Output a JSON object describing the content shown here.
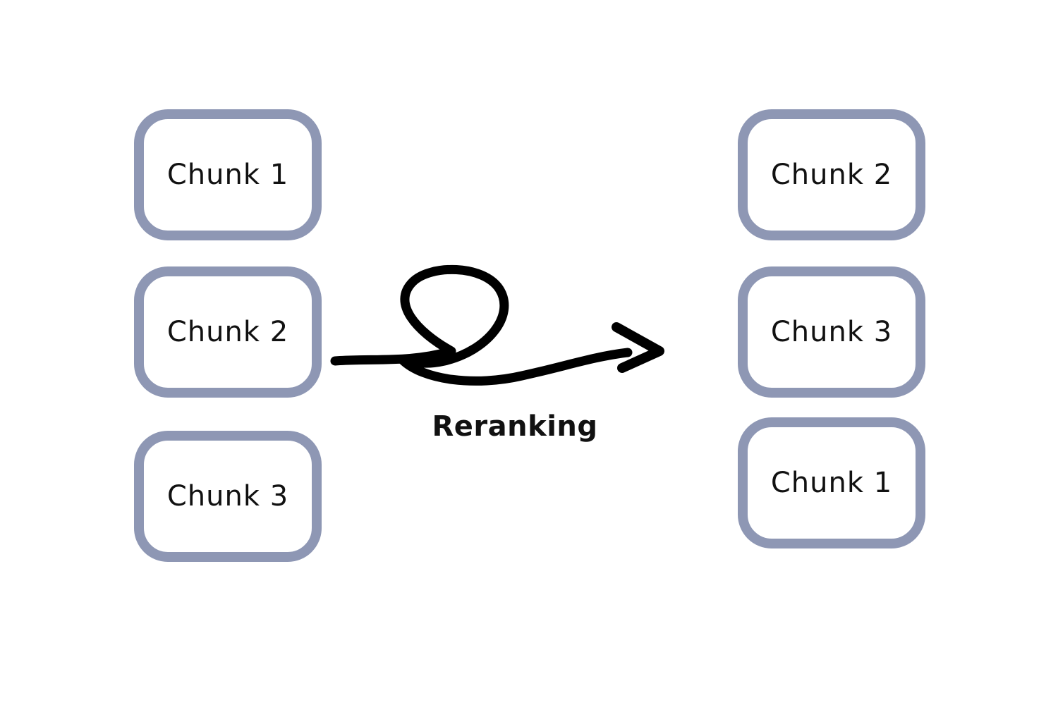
{
  "colors": {
    "chunk_border": "#8e97b4",
    "text": "#111111",
    "arrow": "#000000",
    "background": "#ffffff"
  },
  "left_column": {
    "items": [
      {
        "label": "Chunk 1"
      },
      {
        "label": "Chunk 2"
      },
      {
        "label": "Chunk 3"
      }
    ]
  },
  "right_column": {
    "items": [
      {
        "label": "Chunk 2"
      },
      {
        "label": "Chunk 3"
      },
      {
        "label": "Chunk 1"
      }
    ]
  },
  "process": {
    "label": "Reranking",
    "icon": "looped-arrow-icon"
  }
}
